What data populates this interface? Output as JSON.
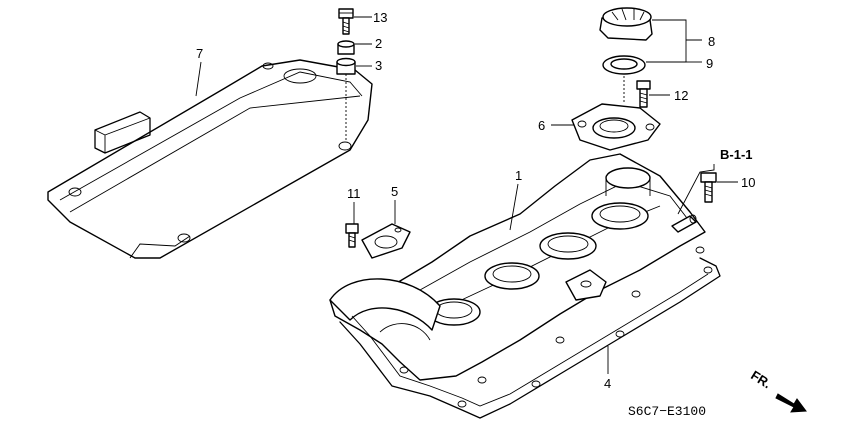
{
  "callouts": [
    "1",
    "2",
    "3",
    "4",
    "5",
    "6",
    "7",
    "8",
    "9",
    "10",
    "11",
    "12",
    "13"
  ],
  "reference": "B-1-1",
  "direction": "FR.",
  "diagram_code": "S6C7−E3100"
}
